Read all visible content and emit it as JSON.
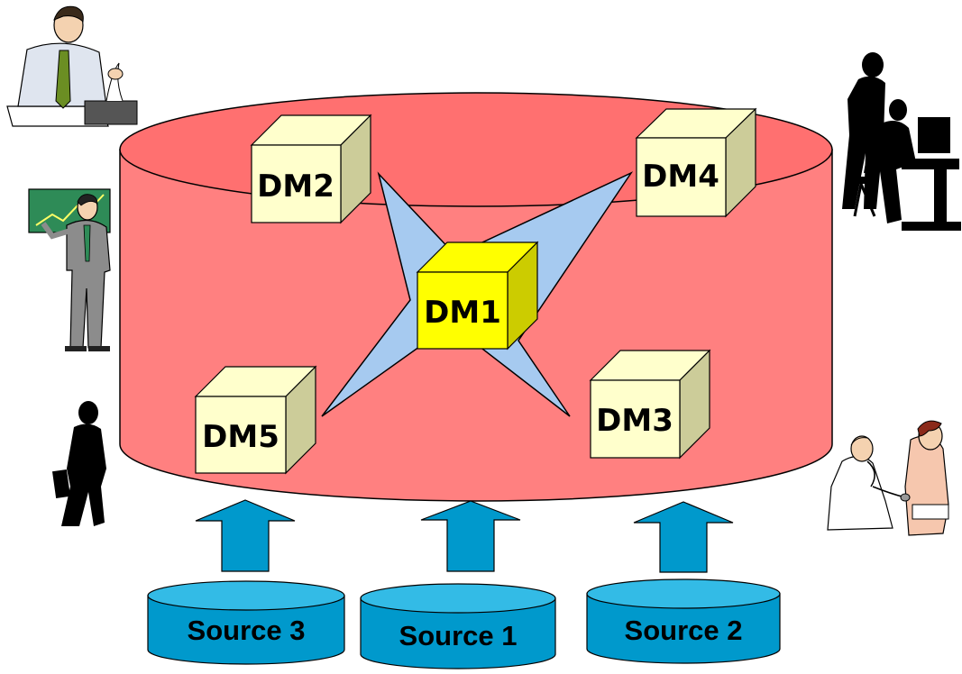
{
  "data_marts": {
    "dm1": "DM1",
    "dm2": "DM2",
    "dm3": "DM3",
    "dm4": "DM4",
    "dm5": "DM5"
  },
  "sources": {
    "source_3": "Source 3",
    "source_1": "Source 1",
    "source_2": "Source 2"
  },
  "colors": {
    "warehouse_fill": "#ff8080",
    "warehouse_top": "#ff7070",
    "star_fill": "#a6caf0",
    "cube_front": "#ffffcc",
    "cube_side": "#cccc99",
    "central_cube_front": "#ffff00",
    "central_cube_side": "#cccc00",
    "arrow_fill": "#0099cc",
    "source_fill": "#0099cc",
    "source_top": "#33bbe6"
  },
  "icons": [
    "man-with-ticker-tape-icon",
    "presenter-with-chart-icon",
    "walking-businessman-silhouette-icon",
    "computer-users-silhouette-icon",
    "doctor-with-patient-icon"
  ]
}
